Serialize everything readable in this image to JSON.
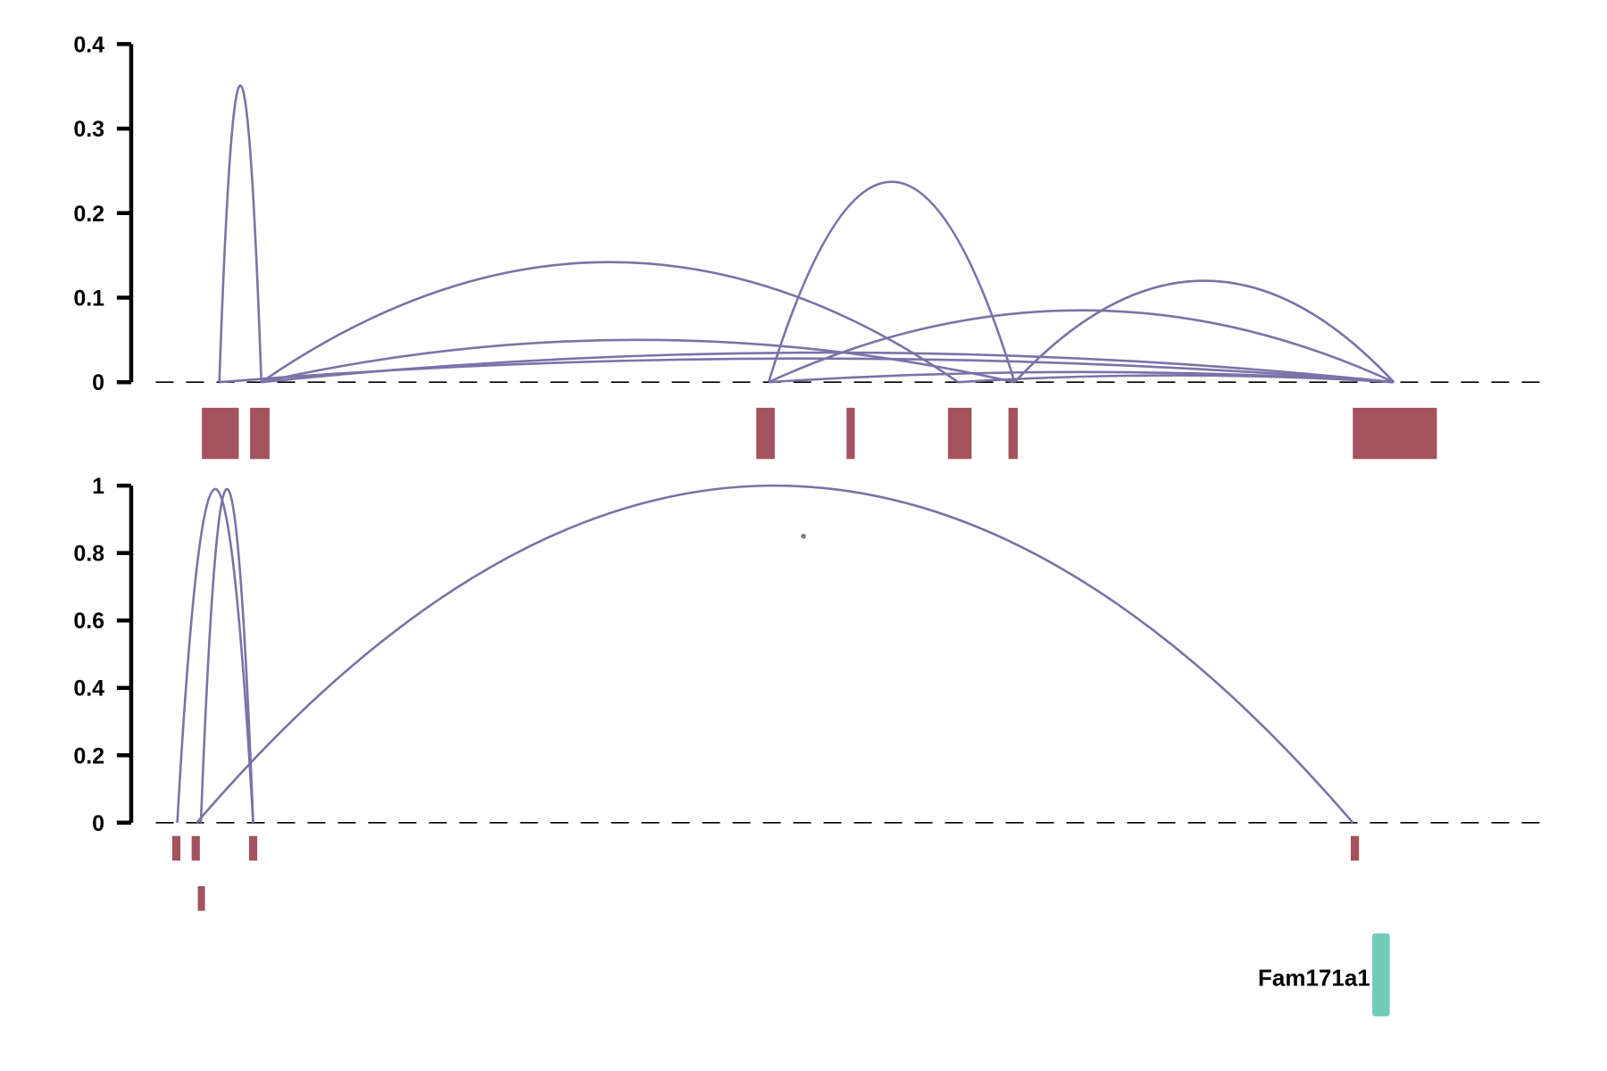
{
  "colors": {
    "arc": "#7b72a8",
    "exon": "#a3525e",
    "gene": "#72cbb8",
    "axis": "#000000",
    "baseline": "#000000",
    "point": "#7f7f7f"
  },
  "chart_data": [
    {
      "type": "arc",
      "panel": "top",
      "ylim": [
        0,
        0.4
      ],
      "yticks": [
        "0",
        "0.1",
        "0.2",
        "0.3",
        "0.4"
      ],
      "ytick_values": [
        0,
        0.1,
        0.2,
        0.3,
        0.4
      ],
      "baseline": 0,
      "baseline_style": "dashed",
      "arcs": [
        {
          "from": 214,
          "to": 255,
          "peak": 0.351
        },
        {
          "from": 255,
          "to": 935,
          "peak": 0.142
        },
        {
          "from": 255,
          "to": 990,
          "peak": 0.05
        },
        {
          "from": 255,
          "to": 1360,
          "peak": 0.035
        },
        {
          "from": 214,
          "to": 1360,
          "peak": 0.028
        },
        {
          "from": 750,
          "to": 990,
          "peak": 0.237
        },
        {
          "from": 750,
          "to": 1360,
          "peak": 0.085
        },
        {
          "from": 990,
          "to": 1360,
          "peak": 0.12
        },
        {
          "from": 750,
          "to": 1360,
          "peak": 0.012
        },
        {
          "from": 935,
          "to": 1360,
          "peak": 0.008
        }
      ],
      "exons": [
        {
          "start": 197,
          "end": 233
        },
        {
          "start": 244,
          "end": 263
        },
        {
          "start": 738,
          "end": 756
        },
        {
          "start": 826,
          "end": 834
        },
        {
          "start": 925,
          "end": 948
        },
        {
          "start": 984,
          "end": 993
        },
        {
          "start": 1320,
          "end": 1402
        }
      ]
    },
    {
      "type": "arc",
      "panel": "bottom",
      "ylim": [
        0,
        1
      ],
      "yticks": [
        "0",
        "0.2",
        "0.4",
        "0.6",
        "0.8",
        "1"
      ],
      "ytick_values": [
        0,
        0.2,
        0.4,
        0.6,
        0.8,
        1
      ],
      "baseline": 0,
      "baseline_style": "dashed",
      "arcs": [
        {
          "from": 173,
          "to": 247,
          "peak": 0.99
        },
        {
          "from": 196,
          "to": 247,
          "peak": 0.99
        },
        {
          "from": 192,
          "to": 1320,
          "peak": 1.0
        }
      ],
      "points": [
        {
          "x": 784,
          "y": 0.85
        }
      ],
      "exons": [
        {
          "start": 168,
          "end": 176,
          "row": 0
        },
        {
          "start": 187,
          "end": 195,
          "row": 0
        },
        {
          "start": 243,
          "end": 251,
          "row": 0
        },
        {
          "start": 1318,
          "end": 1326,
          "row": 0
        },
        {
          "start": 193,
          "end": 200,
          "row": 1
        }
      ]
    }
  ],
  "gene": {
    "name": "Fam171a1",
    "start": 1339,
    "end": 1356
  }
}
